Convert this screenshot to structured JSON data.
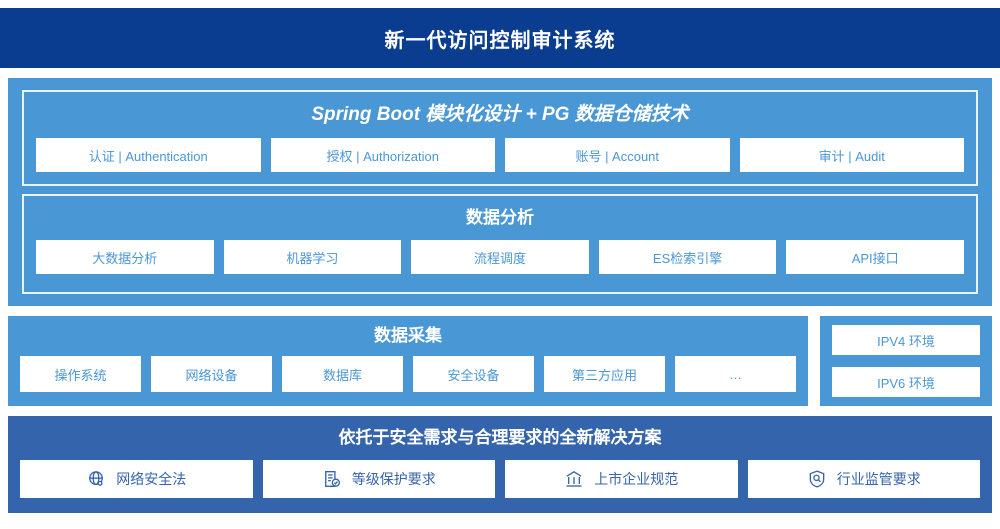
{
  "title": "新一代访问控制审计系统",
  "modules": {
    "heading": "Spring Boot 模块化设计 + PG 数据仓储技术",
    "items": [
      {
        "label": "认证 | Authentication"
      },
      {
        "label": "授权 | Authorization"
      },
      {
        "label": "账号 | Account"
      },
      {
        "label": "审计 | Audit"
      }
    ]
  },
  "analysis": {
    "heading": "数据分析",
    "items": [
      {
        "label": "大数据分析"
      },
      {
        "label": "机器学习"
      },
      {
        "label": "流程调度"
      },
      {
        "label": "ES检索引擎"
      },
      {
        "label": "API接口"
      }
    ]
  },
  "collection": {
    "heading": "数据采集",
    "items": [
      {
        "label": "操作系统"
      },
      {
        "label": "网络设备"
      },
      {
        "label": "数据库"
      },
      {
        "label": "安全设备"
      },
      {
        "label": "第三方应用"
      },
      {
        "label": "…"
      }
    ]
  },
  "environment": {
    "items": [
      {
        "label": "IPV4 环境"
      },
      {
        "label": "IPV6 环境"
      }
    ]
  },
  "footer": {
    "heading": "依托于安全需求与合理要求的全新解决方案",
    "items": [
      {
        "label": "网络安全法",
        "icon": "globe-icon"
      },
      {
        "label": "等级保护要求",
        "icon": "document-check-icon"
      },
      {
        "label": "上市企业规范",
        "icon": "bank-icon"
      },
      {
        "label": "行业监管要求",
        "icon": "shield-search-icon"
      }
    ]
  },
  "colors": {
    "title_bar": "#0a3d8f",
    "panel_blue": "#4a97d6",
    "footer_blue": "#3464ab",
    "chip_text": "#4a97d6",
    "footer_chip_text": "#3464ab",
    "inner_border": "#e8f2fb"
  }
}
